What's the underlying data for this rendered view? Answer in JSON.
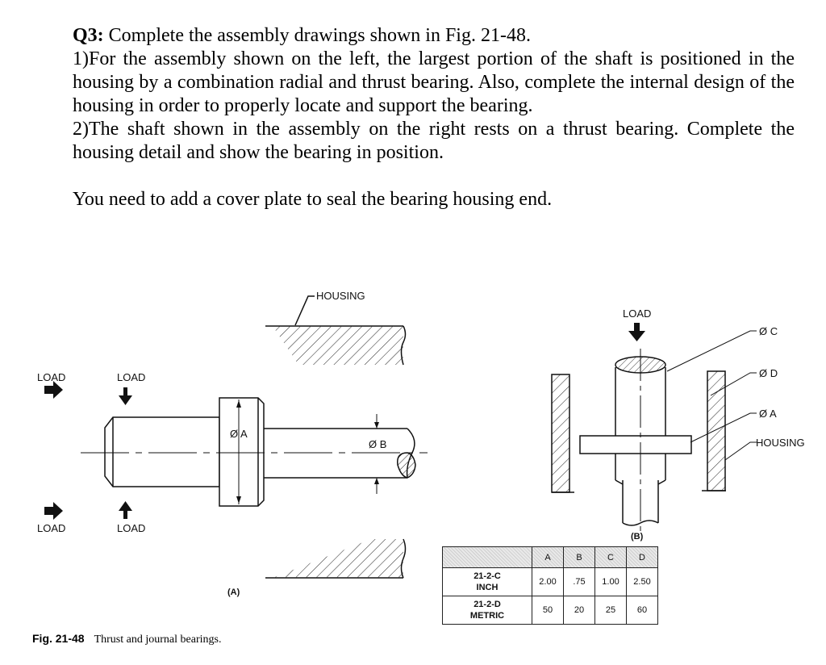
{
  "question": {
    "label": "Q3:",
    "title": " Complete the assembly drawings shown in Fig. 21-48.",
    "item1": "1)For the assembly shown on the left, the largest portion of the shaft is positioned in the housing by a combination radial and thrust bearing. Also, complete the internal design of the housing in order to properly locate and support the bearing.",
    "item2": "2)The shaft shown in the assembly on the right rests on a thrust bearing. Complete the housing detail and show the bearing in position.",
    "note": "You need to add a cover plate to seal the bearing housing end."
  },
  "figure": {
    "number": "Fig. 21-48",
    "caption": "Thrust and journal bearings.",
    "view_a": {
      "tag": "(A)",
      "housing_label": "HOUSING",
      "load_label": "LOAD",
      "dia_a": "Ø A",
      "dia_b": "Ø B"
    },
    "view_b": {
      "tag": "(B)",
      "load_label": "LOAD",
      "dia_c": "Ø C",
      "dia_d": "Ø D",
      "dia_a": "Ø A",
      "housing_label": "HOUSING"
    }
  },
  "table": {
    "columns": [
      "A",
      "B",
      "C",
      "D"
    ],
    "rows": [
      {
        "label_top": "21-2-C",
        "label_bottom": "INCH",
        "values": [
          "2.00",
          ".75",
          "1.00",
          "2.50"
        ]
      },
      {
        "label_top": "21-2-D",
        "label_bottom": "METRIC",
        "values": [
          "50",
          "20",
          "25",
          "60"
        ]
      }
    ]
  }
}
